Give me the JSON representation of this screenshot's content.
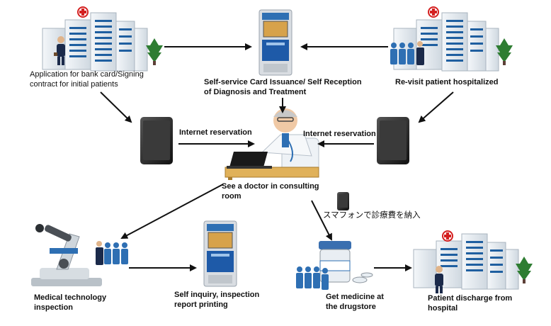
{
  "nodes": {
    "initial_patients": "Application for bank card/Signing\ncontract for initial patients",
    "kiosk_top": "Self-service Card Issuance/ Self  Reception\nof Diagnosis and Treatment",
    "revisit": "Re-visit patient hospitalized",
    "internet_left": "Internet reservation",
    "internet_right": "Internet reservation",
    "consulting": "See a doctor in consulting\nroom",
    "smartphone_pay": "スマフォンで診療費を納入",
    "lab": "Medical technology\ninspection",
    "report": "Self inquiry, inspection\nreport printing",
    "drugstore": "Get medicine at\nthe drugstore",
    "discharge": "Patient discharge from\nhospital"
  },
  "colors": {
    "arrow": "#111111",
    "building": "#e8eef3",
    "building_window": "#1f5fa0",
    "red_cross": "#d42020",
    "patient_blue": "#2e6fb3",
    "tree": "#2e7d32",
    "phone": "#2b2b2b",
    "kiosk_body": "#d9dde2",
    "kiosk_screen": "#d7a24a",
    "kiosk_panel": "#1e5aa8"
  }
}
